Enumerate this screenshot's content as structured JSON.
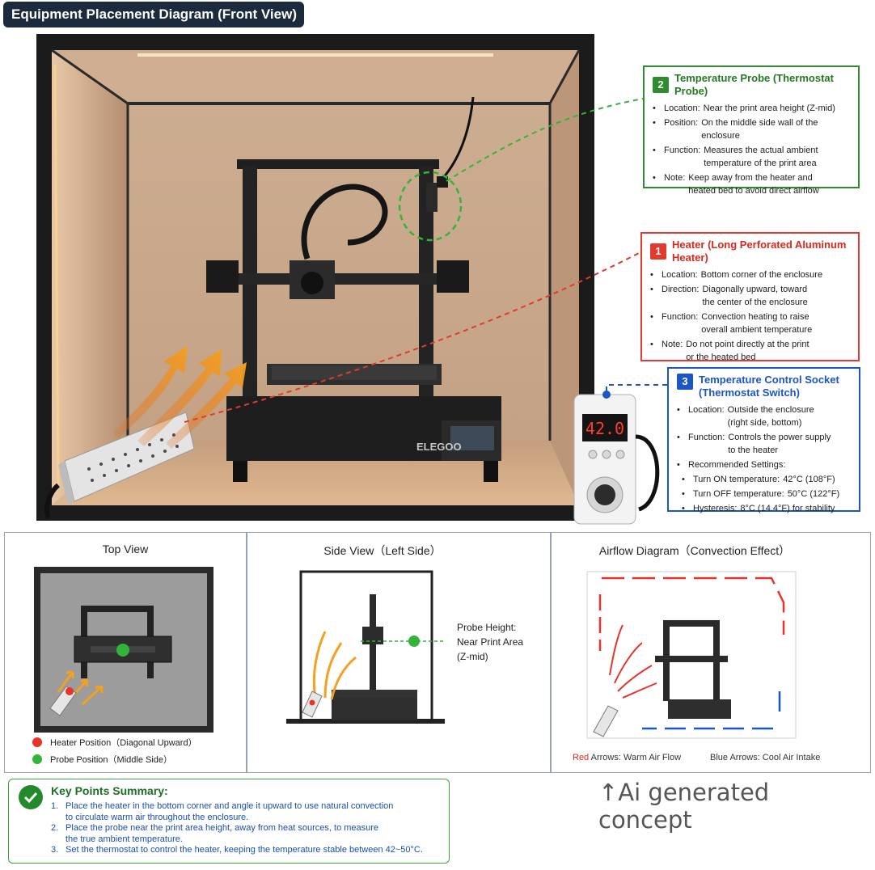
{
  "title": "Equipment Placement Diagram (Front View)",
  "probe_callout": {
    "number": "2",
    "title": "Temperature Probe (Thermostat Probe)",
    "items": [
      {
        "key": "Location:",
        "value": "Near the print area height (Z-mid)"
      },
      {
        "key": "Position:",
        "value": "On the middle side wall of the enclosure"
      },
      {
        "key": "Function:",
        "value": "Measures the actual ambient\ntemperature of the print area"
      },
      {
        "key": "Note:",
        "value": "Keep away from the heater and\nheated bed to avoid direct airflow"
      }
    ]
  },
  "heater_callout": {
    "number": "1",
    "title": "Heater (Long Perforated Aluminum Heater)",
    "items": [
      {
        "key": "Location:",
        "value": "Bottom corner of the enclosure"
      },
      {
        "key": "Direction:",
        "value": "Diagonally upward, toward\nthe center of the enclosure"
      },
      {
        "key": "Function:",
        "value": "Convection heating to raise\noverall ambient temperature"
      },
      {
        "key": "Note:",
        "value": "Do not point directly at the print\nor the heated bed"
      }
    ]
  },
  "socket_callout": {
    "number": "3",
    "title": "Temperature Control Socket\n(Thermostat Switch)",
    "items": [
      {
        "key": "Location:",
        "value": "Outside the enclosure\n(right side, bottom)"
      },
      {
        "key": "Function:",
        "value": "Controls the power supply\nto the heater"
      },
      {
        "key": "Recommended Settings:",
        "value": ""
      }
    ],
    "settings": [
      {
        "key": "Turn ON temperature:",
        "value": "42°C (108°F)"
      },
      {
        "key": "Turn OFF temperature:",
        "value": "50°C (122°F)"
      },
      {
        "key": "Hysteresis:",
        "value": "8°C (14.4°F) for stability"
      }
    ]
  },
  "thermostat_display": "42.0",
  "printer_brand": "ELEGOO",
  "top_view": {
    "title": "Top View",
    "legend": [
      {
        "label": "Heater Position（Diagonal Upward）",
        "color": "#e8332b"
      },
      {
        "label": "Probe Position（Middle Side）",
        "color": "#33b33a"
      }
    ]
  },
  "side_view": {
    "title": "Side View（Left Side）",
    "probe_label": "Probe Height:\nNear Print Area\n(Z-mid)"
  },
  "airflow": {
    "title": "Airflow Diagram（Convection Effect）",
    "red_word": "Red",
    "red_text": " Arrows: Warm Air Flow",
    "blue_text": "Blue Arrows: Cool Air Intake",
    "warm_color": "#e8332b",
    "cool_color": "#1c55c4"
  },
  "summary": {
    "title": "Key Points Summary:",
    "points": [
      {
        "n": "1.",
        "text": "Place the heater in the bottom corner and angle it upward to use natural convection\nto circulate warm air throughout the enclosure."
      },
      {
        "n": "2.",
        "text": "Place the probe near the print area height, away from heat sources, to measure\nthe true ambient temperature."
      },
      {
        "n": "3.",
        "text": "Set the thermostat to control the heater, keeping the temperature stable between 42~50°C."
      }
    ]
  },
  "ai_note": "↑Ai generated concept"
}
